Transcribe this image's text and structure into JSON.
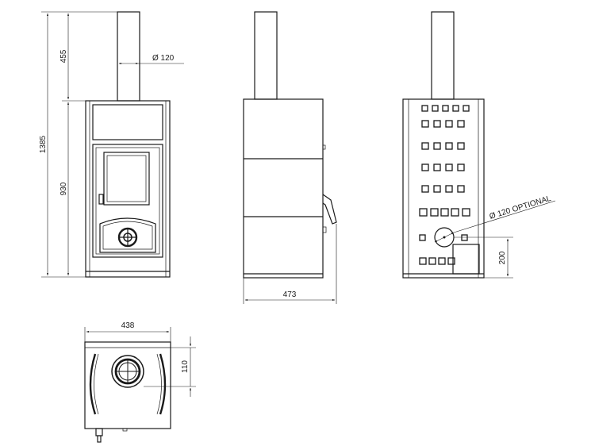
{
  "dimensions": {
    "height_total": "1385",
    "flue_height": "455",
    "body_height": "930",
    "flue_diameter": "Ø 120",
    "depth": "473",
    "optional_outlet": "Ø 120 OPTIONAL",
    "outlet_height": "200",
    "width": "438",
    "top_offset": "110"
  }
}
